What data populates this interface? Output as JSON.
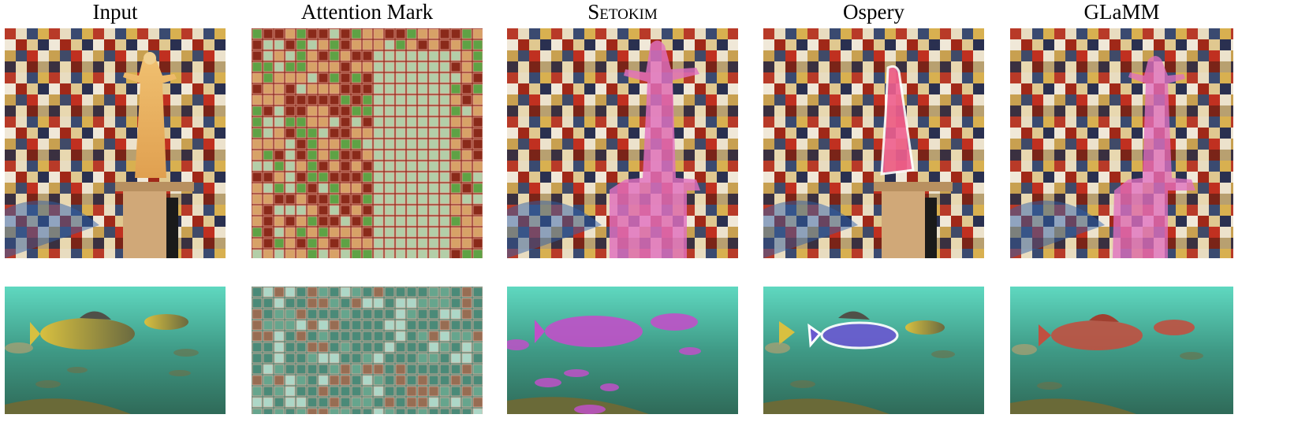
{
  "figure": {
    "columns": [
      {
        "title": "Input"
      },
      {
        "title": "Attention Mark"
      },
      {
        "title": "Setokim"
      },
      {
        "title": "Ospery"
      },
      {
        "title": "GLaMM"
      }
    ],
    "rows": [
      {
        "subject": "statue",
        "highlight_colors": [
          "#e070c0",
          "#e070c0",
          "#f06090",
          "#e070c0"
        ]
      },
      {
        "subject": "fish",
        "highlight_colors": [
          "#a0d8c0",
          "#c050c8",
          "#6a5ad0",
          "#c05040"
        ]
      }
    ]
  }
}
